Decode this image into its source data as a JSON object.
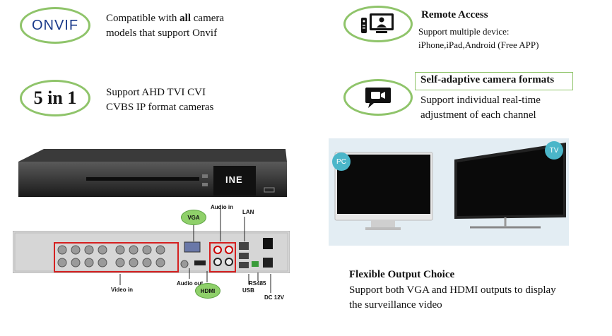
{
  "features": {
    "onvif": {
      "logo_text": "ONVIF",
      "line1_pre": "Compatible with ",
      "line1_bold": "all",
      "line1_post": " camera",
      "line2": "models that support Onvif"
    },
    "five_in_one": {
      "badge": "5 in 1",
      "line1": "Support AHD TVI CVI",
      "line2": "CVBS IP format cameras"
    },
    "remote": {
      "title": "Remote Access",
      "line1": "Support multiple device:",
      "line2": "iPhone,iPad,Android (Free APP)"
    },
    "adaptive": {
      "title": "Self-adaptive camera formats",
      "line1": "Support individual real-time",
      "line2": "adjustment of each channel"
    }
  },
  "dvr": {
    "brand_text": "INE",
    "labels": {
      "vga": "VGA",
      "audio_in": "Audio in",
      "lan": "LAN",
      "video_in": "Video in",
      "audio_out": "Audio out",
      "hdmi": "HDMI",
      "rs485": "RS485",
      "usb": "USB",
      "dc": "DC 12V"
    }
  },
  "displays": {
    "pc_badge": "PC",
    "tv_badge": "TV"
  },
  "output": {
    "title": "Flexible Output Choice",
    "line1": "Support both VGA and HDMI outputs to display",
    "line2": "the surveillance video"
  },
  "colors": {
    "oval_border": "#8fc46a",
    "tag_green": "#8fd06a",
    "red_highlight": "#d52020",
    "badge_teal": "#4bb6c9"
  }
}
